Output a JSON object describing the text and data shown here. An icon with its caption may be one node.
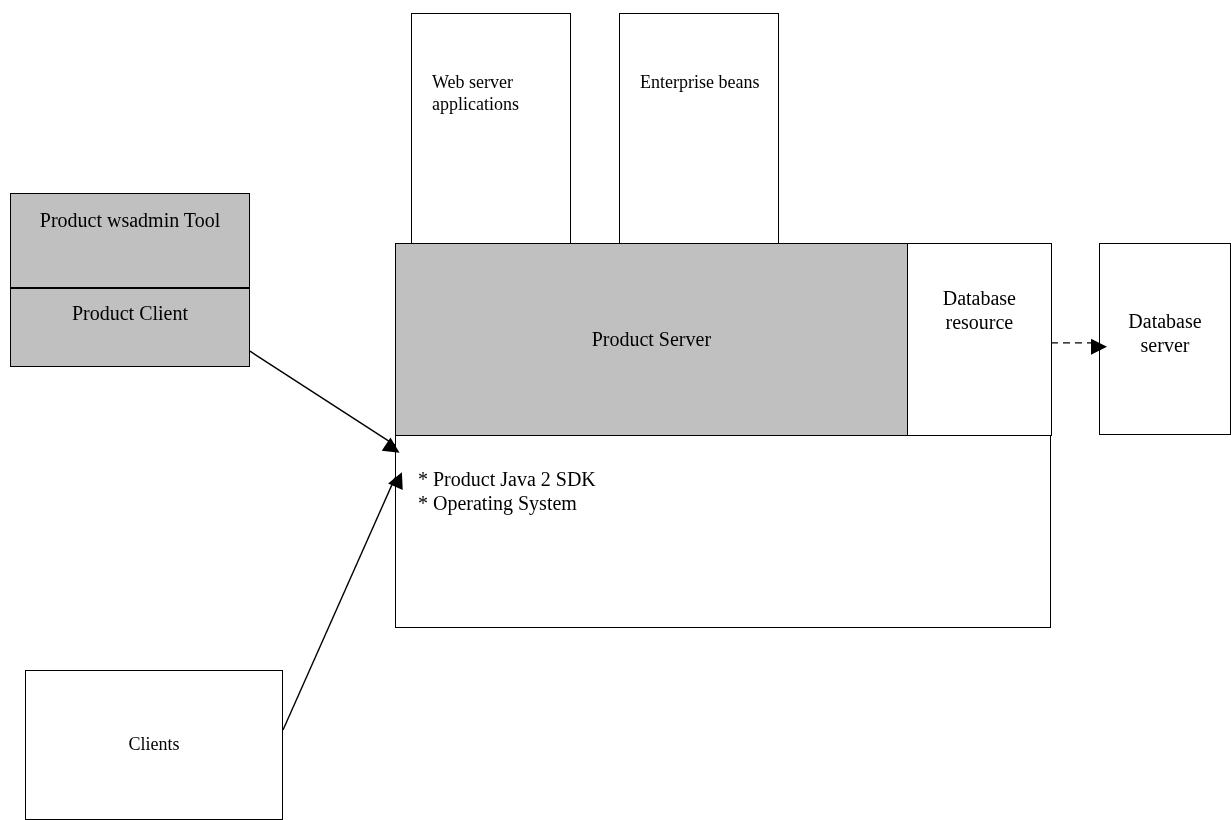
{
  "diagram": {
    "nodes": [
      {
        "text": [
          "Web server applications"
        ]
      },
      {
        "text": [
          "Enterprise beans"
        ]
      },
      {
        "text": [
          "Product wsadmin Tool"
        ]
      },
      {
        "text": [
          "Product Client"
        ]
      },
      {
        "text": [
          "* Product Java 2 SDK",
          "* Operating System"
        ]
      },
      {
        "text": [
          "Product Server"
        ],
        "in": 4
      },
      {
        "text": [
          "Database resource"
        ],
        "in": 4
      },
      {
        "text": [
          "Database server"
        ]
      },
      {
        "text": [
          "Clients"
        ]
      }
    ],
    "edges": [
      {
        "from": 3,
        "to": 4,
        "arrow": "to"
      },
      {
        "from": 8,
        "to": 4,
        "arrow": "to"
      },
      {
        "from": 6,
        "to": 7,
        "arrow": "to",
        "style": "dashed"
      }
    ]
  }
}
